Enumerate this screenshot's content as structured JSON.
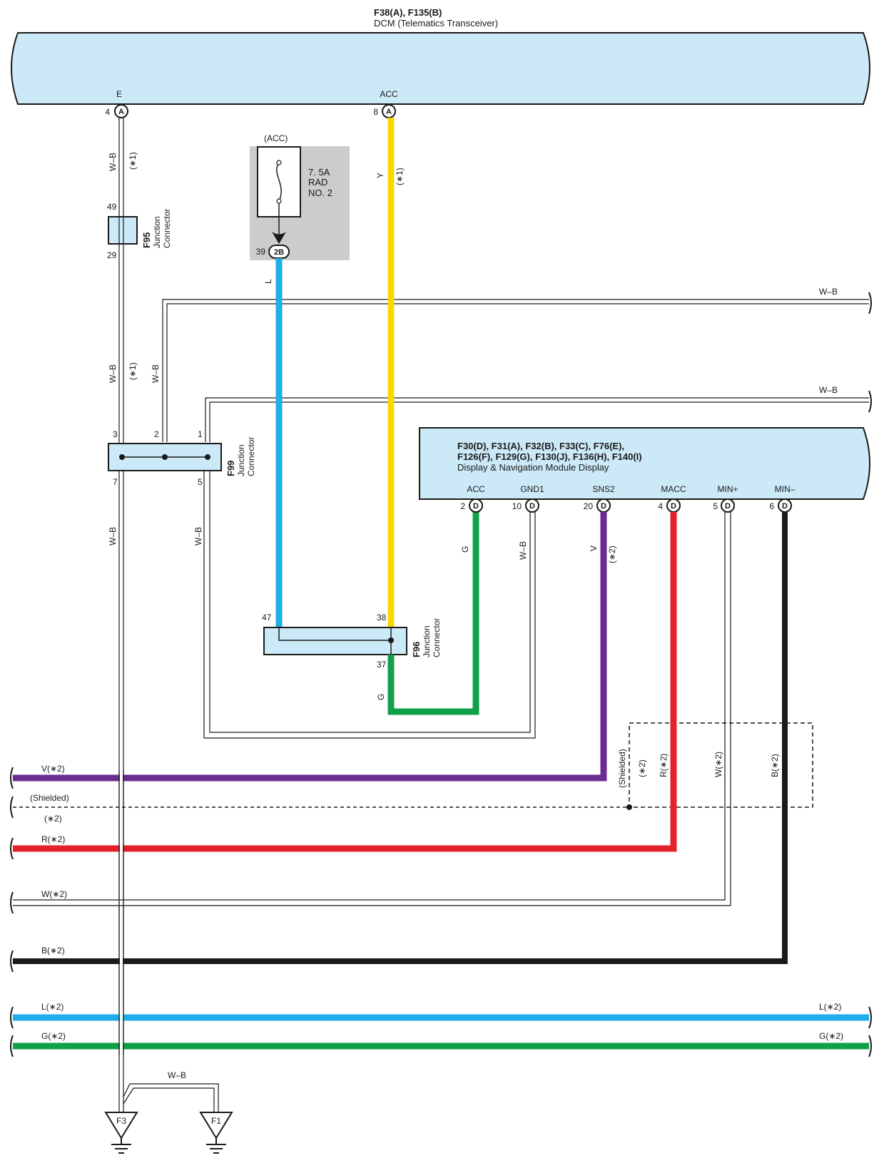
{
  "dcm": {
    "connectors": "F38(A), F135(B)",
    "name": "DCM (Telematics Transceiver)"
  },
  "dcm_pins": {
    "e": {
      "term": "E",
      "num": "4",
      "conn": "A"
    },
    "acc": {
      "term": "ACC",
      "num": "8",
      "conn": "A"
    }
  },
  "fuse": {
    "supply": "(ACC)",
    "rating": "7. 5A",
    "name1": "RAD",
    "name2": "NO. 2",
    "pin": "39",
    "conn": "2B"
  },
  "f95": {
    "id": "F95",
    "type1": "Junction",
    "type2": "Connector",
    "pin_top": "49",
    "pin_bottom": "29"
  },
  "f99": {
    "id": "F99",
    "type1": "Junction",
    "type2": "Connector",
    "pins": [
      "3",
      "2",
      "1",
      "7",
      "5"
    ]
  },
  "f96": {
    "id": "F96",
    "type1": "Junction",
    "type2": "Connector",
    "pins": [
      "47",
      "38",
      "37"
    ]
  },
  "display": {
    "line1": "F30(D), F31(A), F32(B), F33(C), F76(E),",
    "line2": "F126(F), F129(G), F130(J), F136(H), F140(I)",
    "name": "Display & Navigation Module Display",
    "pins": [
      {
        "term": "ACC",
        "num": "2",
        "conn": "D"
      },
      {
        "term": "GND1",
        "num": "10",
        "conn": "D"
      },
      {
        "term": "SNS2",
        "num": "20",
        "conn": "D"
      },
      {
        "term": "MACC",
        "num": "4",
        "conn": "D"
      },
      {
        "term": "MIN+",
        "num": "5",
        "conn": "D"
      },
      {
        "term": "MIN–",
        "num": "6",
        "conn": "D"
      }
    ]
  },
  "wires": {
    "wb": "W–B",
    "y": "Y",
    "l": "L",
    "g": "G",
    "v": "V",
    "note1": "(∗1)",
    "note2": "(∗2)",
    "shielded": "(Shielded)",
    "v2": "V(∗2)",
    "r2": "R(∗2)",
    "w2": "W(∗2)",
    "b2": "B(∗2)",
    "l2": "L(∗2)",
    "g2": "G(∗2)"
  },
  "grounds": {
    "f3": "F3",
    "f1": "F1"
  },
  "colors": {
    "module_fill": "#cce9f7",
    "yellow": "#f7d800",
    "blue": "#1eaee8",
    "green": "#0fa048",
    "purple": "#6b2c91",
    "red": "#e5202a",
    "black": "#1a1a1a",
    "fuse_bg": "#cccccc"
  }
}
